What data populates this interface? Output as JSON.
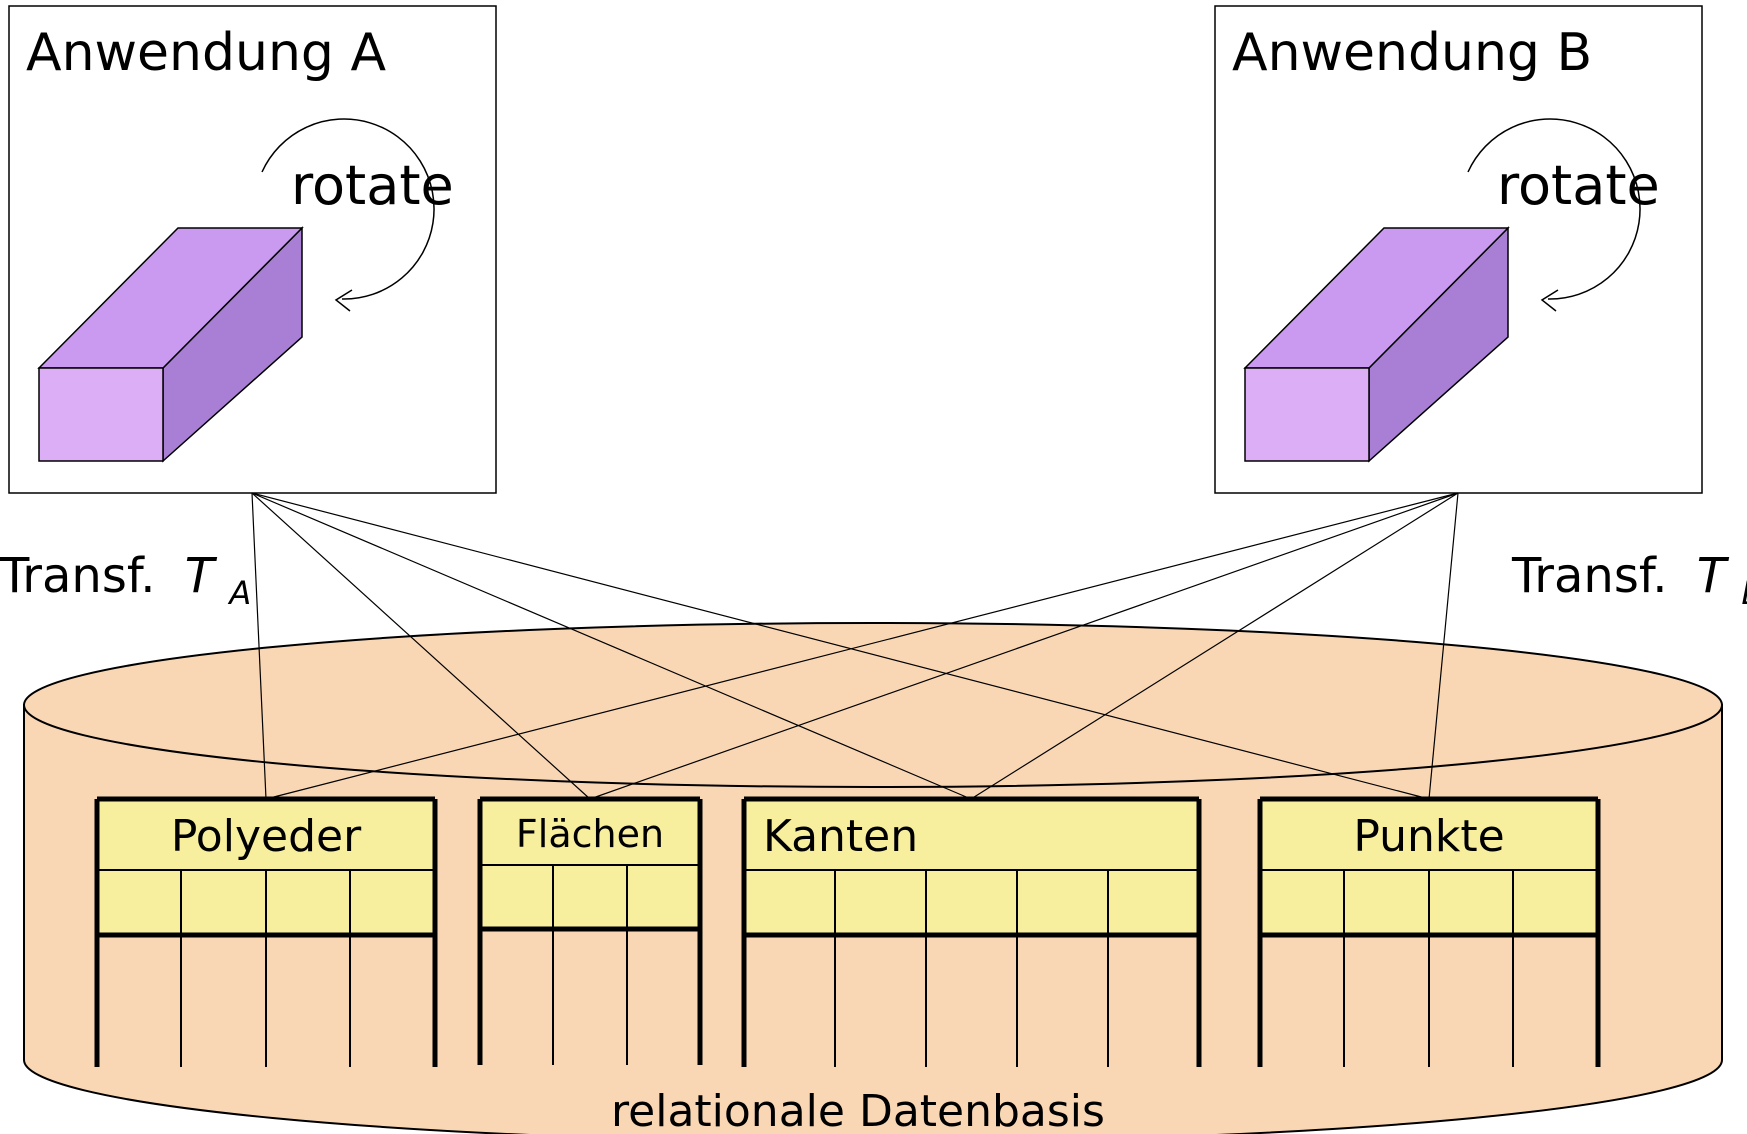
{
  "applications": [
    {
      "title": "Anwendung A",
      "operation": "rotate",
      "transform_label": "Transf.",
      "transform_symbol": "T",
      "transform_subscript": "A"
    },
    {
      "title": "Anwendung B",
      "operation": "rotate",
      "transform_label": "Transf.",
      "transform_symbol": "T",
      "transform_subscript": "B"
    }
  ],
  "database": {
    "label": "relationale Datenbasis",
    "tables": [
      {
        "name": "Polyeder",
        "columns": 4
      },
      {
        "name": "Flächen",
        "columns": 3
      },
      {
        "name": "Kanten",
        "columns": 5
      },
      {
        "name": "Punkte",
        "columns": 4
      }
    ]
  },
  "colors": {
    "cylinder_fill": "#f9d7b5",
    "table_header_fill": "#f8ef9e",
    "box_front": "#dcaef5",
    "box_top": "#c99af0",
    "box_side": "#a97fd6",
    "line": "#000000"
  }
}
